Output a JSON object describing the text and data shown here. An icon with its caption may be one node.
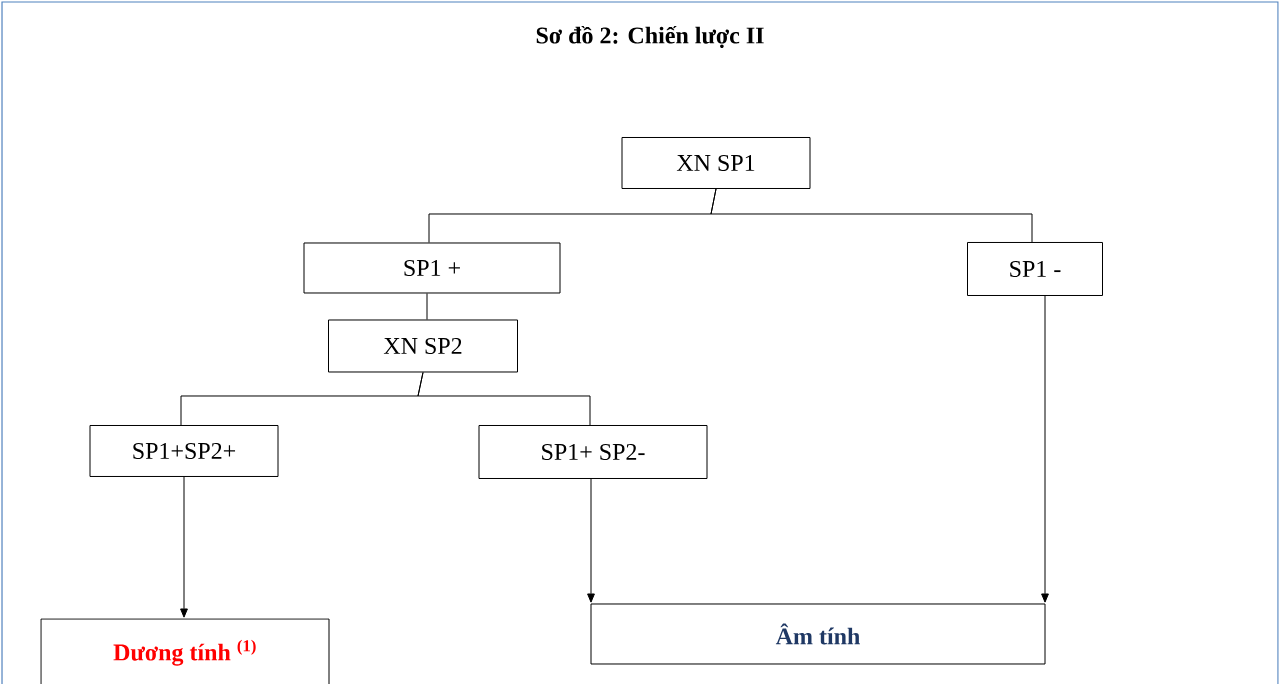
{
  "diagram": {
    "title": "Sơ đồ 2: Chiến lược II",
    "nodes": [
      {
        "text": [
          "XN  SP1"
        ]
      },
      {
        "text": [
          "SP1 +"
        ]
      },
      {
        "text": [
          "SP1 -"
        ]
      },
      {
        "text": [
          "XN SP2"
        ]
      },
      {
        "text": [
          "SP1+SP2+"
        ]
      },
      {
        "text": [
          "SP1+ SP2-"
        ]
      },
      {
        "text": [
          "Dương tính $^{(1)}$"
        ]
      },
      {
        "text": [
          "Âm tính"
        ]
      }
    ],
    "edges": [
      {
        "from": 0,
        "to": 1,
        "arrow": "none"
      },
      {
        "from": 0,
        "to": 2,
        "arrow": "none"
      },
      {
        "from": 1,
        "to": 3,
        "arrow": "none"
      },
      {
        "from": 3,
        "to": 4,
        "arrow": "none"
      },
      {
        "from": 3,
        "to": 5,
        "arrow": "none"
      },
      {
        "from": 4,
        "to": 6,
        "arrow": "to"
      },
      {
        "from": 5,
        "to": 7,
        "arrow": "to"
      },
      {
        "from": 2,
        "to": 7,
        "arrow": "to"
      }
    ]
  }
}
